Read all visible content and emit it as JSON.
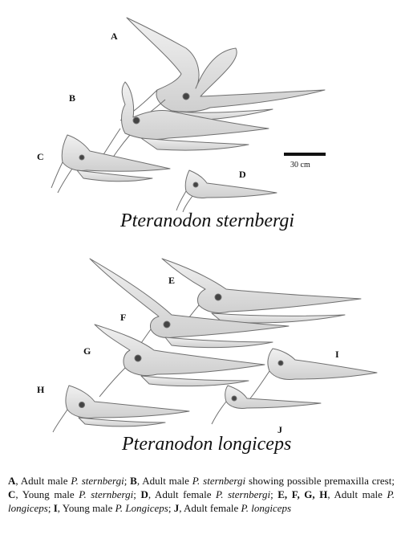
{
  "labels": {
    "A": "A",
    "B": "B",
    "C": "C",
    "D": "D",
    "E": "E",
    "F": "F",
    "G": "G",
    "H": "H",
    "I": "I",
    "J": "J"
  },
  "scale_bar": {
    "label": "30 cm"
  },
  "species": {
    "top": "Pteranodon sternbergi",
    "bottom": "Pteranodon longiceps"
  },
  "caption": {
    "a_letter": "A",
    "a_text": ", Adult male ",
    "a_species": "P. sternbergi",
    "b_letter": "B",
    "b_text": ", Adult male ",
    "b_species": "P. sternbergi",
    "b_note": " showing possible premaxilla crest; ",
    "c_letter": "C",
    "c_text": ", Young male ",
    "c_species": "P. sternbergi",
    "d_letter": "D",
    "d_text": ", Adult female ",
    "d_species": "P. sternbergi",
    "efgh_letters": "E, F, G, H",
    "efgh_text": ", Adult male ",
    "efgh_species": "P. longiceps",
    "i_letter": "I",
    "i_text": ", Young male ",
    "i_species": "P. Longiceps",
    "j_letter": "J",
    "j_text": ", Adult female ",
    "j_species": "P. longiceps"
  },
  "colors": {
    "sketch_fill": "#e8e8e8",
    "sketch_stroke": "#6f6f6f",
    "ink": "#111111"
  }
}
